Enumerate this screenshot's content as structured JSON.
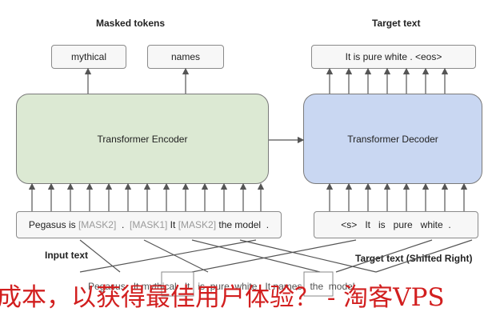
{
  "masked_tokens": {
    "title": "Masked tokens",
    "items": [
      "mythical",
      "names"
    ]
  },
  "target_text": {
    "title": "Target text",
    "value": "It  is  pure white . <eos>"
  },
  "encoder": {
    "label": "Transformer Encoder"
  },
  "decoder": {
    "label": "Transformer Decoder"
  },
  "input_sequence": {
    "prefix": "Pegasus is ",
    "mask2a": "[MASK2]",
    "dot1": "  .  ",
    "mask1": "[MASK1]",
    "it": " It ",
    "mask2b": "[MASK2]",
    "suffix": " the model  ."
  },
  "decoder_input": {
    "value": "<s>   It   is   pure   white  ."
  },
  "input_text": {
    "title": "Input text"
  },
  "shifted_target": {
    "title": "Target text  (Shifted Right)"
  },
  "original_sequence": {
    "value": "Pegasus   It mythical   It   is  pure  white   It names   the  model"
  },
  "watermark": {
    "text": "成本，以获得最佳用户体验？ - 淘客VPS"
  },
  "colors": {
    "encoder_fill": "#dce9d3",
    "decoder_fill": "#c9d7f2",
    "watermark": "#d21f1f"
  }
}
